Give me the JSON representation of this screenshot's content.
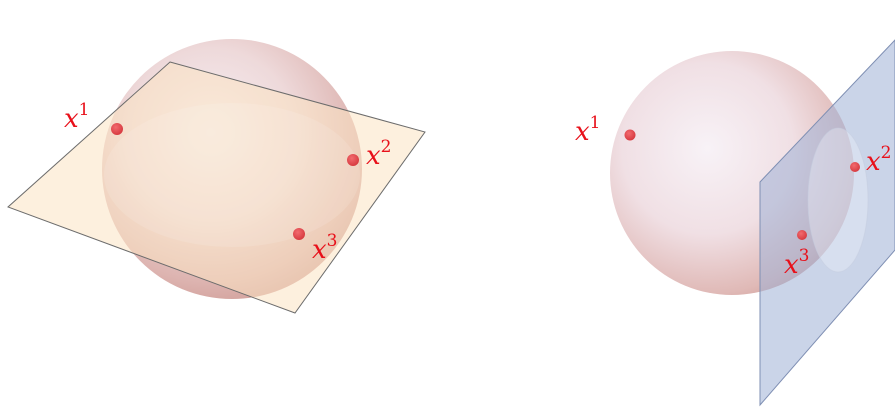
{
  "colors": {
    "label": "#e8101a",
    "point": "#e0474c",
    "horizontal_plane": "#fbe3c3",
    "vertical_plane": "#9eb1d6",
    "sphere_light": "#f4e9ee",
    "sphere_dark": "#c98e88"
  },
  "left_panel": {
    "points": [
      {
        "base": "x",
        "sup": "1"
      },
      {
        "base": "x",
        "sup": "2"
      },
      {
        "base": "x",
        "sup": "3"
      }
    ]
  },
  "right_panel": {
    "points": [
      {
        "base": "x",
        "sup": "1"
      },
      {
        "base": "x",
        "sup": "2"
      },
      {
        "base": "x",
        "sup": "3"
      }
    ]
  }
}
